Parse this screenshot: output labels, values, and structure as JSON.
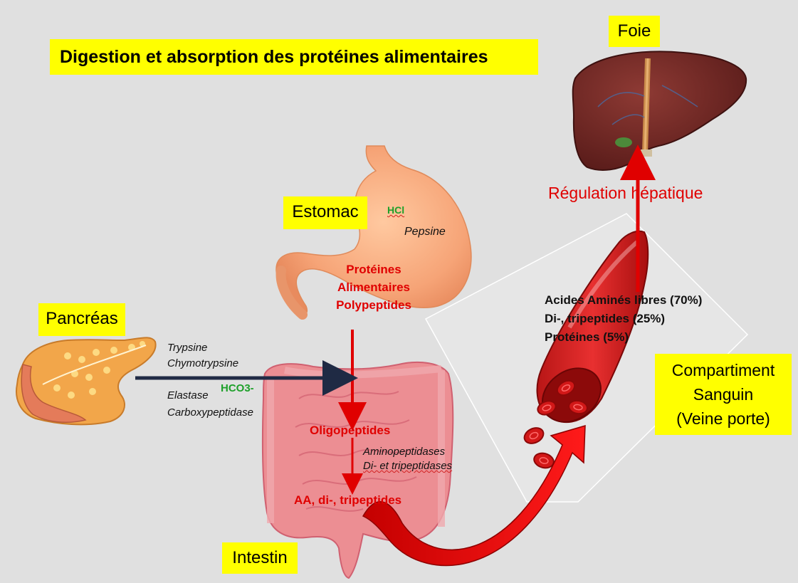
{
  "title": "Digestion et absorption des protéines alimentaires",
  "organs": {
    "foie": "Foie",
    "estomac": "Estomac",
    "pancreas": "Pancréas",
    "intestin": "Intestin",
    "compartment": [
      "Compartiment",
      "Sanguin",
      "(Veine porte)"
    ]
  },
  "stomach": {
    "hcl": "HCl",
    "pepsine": "Pepsine",
    "proteins": [
      "Protéines",
      "Alimentaires",
      "Polypeptides"
    ]
  },
  "pancreas_enzymes": [
    "Trypsine",
    "Chymotrypsine",
    "Elastase",
    "Carboxypeptidase"
  ],
  "hco3": "HCO3-",
  "intestine": {
    "oligopeptides": "Oligopeptides",
    "enzymes": [
      "Aminopeptidases",
      "Di- et tripeptidases"
    ],
    "products": "AA, di-, tripeptides"
  },
  "blood_content": [
    "Acides Aminés libres (70%)",
    "Di-, tripeptides (25%)",
    "Protéines (5%)"
  ],
  "regulation": "Régulation hépatique",
  "colors": {
    "label_bg": "#ffff00",
    "arrow_red": "#e00000",
    "enzyme_green": "#1ea02a",
    "pancreas_arrow": "#1f2a44"
  }
}
